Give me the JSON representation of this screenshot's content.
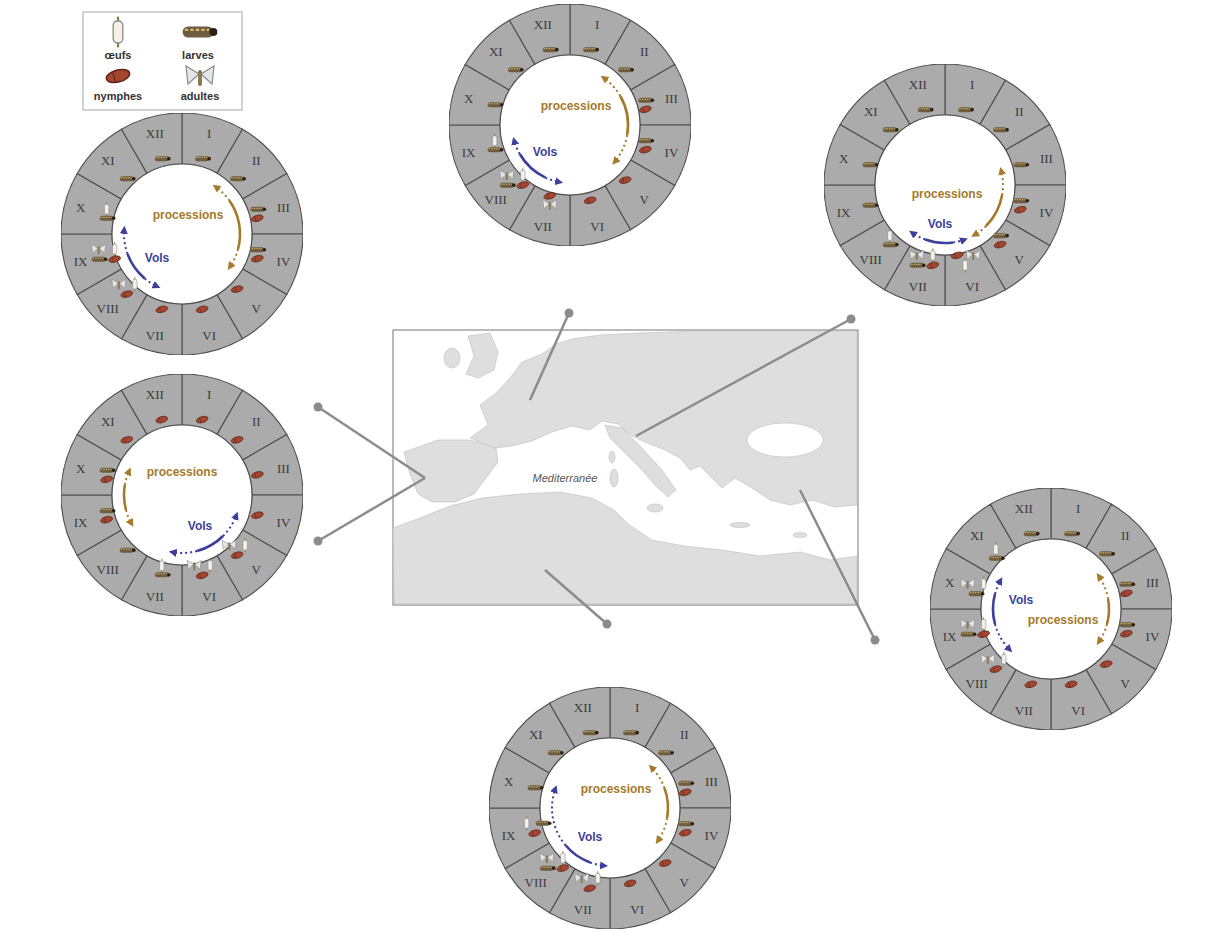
{
  "diagram": {
    "nodes": [
      {
        "text": [
          "processions",
          "Vols"
        ]
      },
      {
        "text": [
          "I"
        ],
        "in": 0
      },
      {
        "text": [
          "II"
        ],
        "in": 0
      },
      {
        "text": [
          "III"
        ],
        "in": 0
      },
      {
        "text": [
          "IV"
        ],
        "in": 0
      },
      {
        "text": [
          "V"
        ],
        "in": 0
      },
      {
        "text": [
          "VI"
        ],
        "in": 0
      },
      {
        "text": [
          "VII"
        ],
        "in": 0
      },
      {
        "text": [
          "VIII"
        ],
        "in": 0
      },
      {
        "text": [
          "IX"
        ],
        "in": 0
      },
      {
        "text": [
          "X"
        ],
        "in": 0
      },
      {
        "text": [
          "XI"
        ],
        "in": 0
      },
      {
        "text": [
          "XII"
        ],
        "in": 0
      },
      {
        "text": [
          "processions",
          "Vols"
        ]
      },
      {
        "text": [
          "I"
        ],
        "in": 13
      },
      {
        "text": [
          "II"
        ],
        "in": 13
      },
      {
        "text": [
          "III"
        ],
        "in": 13
      },
      {
        "text": [
          "IV"
        ],
        "in": 13
      },
      {
        "text": [
          "V"
        ],
        "in": 13
      },
      {
        "text": [
          "VI"
        ],
        "in": 13
      },
      {
        "text": [
          "VII"
        ],
        "in": 13
      },
      {
        "text": [
          "VIII"
        ],
        "in": 13
      },
      {
        "text": [
          "IX"
        ],
        "in": 13
      },
      {
        "text": [
          "X"
        ],
        "in": 13
      },
      {
        "text": [
          "XI"
        ],
        "in": 13
      },
      {
        "text": [
          "XII"
        ],
        "in": 13
      },
      {
        "text": [
          "processions",
          "Vols"
        ]
      },
      {
        "text": [
          "I"
        ],
        "in": 26
      },
      {
        "text": [
          "II"
        ],
        "in": 26
      },
      {
        "text": [
          "III"
        ],
        "in": 26
      },
      {
        "text": [
          "IV"
        ],
        "in": 26
      },
      {
        "text": [
          "V"
        ],
        "in": 26
      },
      {
        "text": [
          "VI"
        ],
        "in": 26
      },
      {
        "text": [
          "VII"
        ],
        "in": 26
      },
      {
        "text": [
          "VIII"
        ],
        "in": 26
      },
      {
        "text": [
          "IX"
        ],
        "in": 26
      },
      {
        "text": [
          "X"
        ],
        "in": 26
      },
      {
        "text": [
          "XI"
        ],
        "in": 26
      },
      {
        "text": [
          "XII"
        ],
        "in": 26
      },
      {
        "text": [
          "processions",
          "Vols"
        ]
      },
      {
        "text": [
          "I"
        ],
        "in": 39
      },
      {
        "text": [
          "II"
        ],
        "in": 39
      },
      {
        "text": [
          "III"
        ],
        "in": 39
      },
      {
        "text": [
          "IV"
        ],
        "in": 39
      },
      {
        "text": [
          "V"
        ],
        "in": 39
      },
      {
        "text": [
          "VI"
        ],
        "in": 39
      },
      {
        "text": [
          "VII"
        ],
        "in": 39
      },
      {
        "text": [
          "VIII"
        ],
        "in": 39
      },
      {
        "text": [
          "IX"
        ],
        "in": 39
      },
      {
        "text": [
          "X"
        ],
        "in": 39
      },
      {
        "text": [
          "XI"
        ],
        "in": 39
      },
      {
        "text": [
          "XII"
        ],
        "in": 39
      },
      {
        "text": [
          "processions",
          "Vols"
        ]
      },
      {
        "text": [
          "I"
        ],
        "in": 52
      },
      {
        "text": [
          "II"
        ],
        "in": 52
      },
      {
        "text": [
          "III"
        ],
        "in": 52
      },
      {
        "text": [
          "IV"
        ],
        "in": 52
      },
      {
        "text": [
          "V"
        ],
        "in": 52
      },
      {
        "text": [
          "VI"
        ],
        "in": 52
      },
      {
        "text": [
          "VII"
        ],
        "in": 52
      },
      {
        "text": [
          "VIII"
        ],
        "in": 52
      },
      {
        "text": [
          "IX"
        ],
        "in": 52
      },
      {
        "text": [
          "X"
        ],
        "in": 52
      },
      {
        "text": [
          "XI"
        ],
        "in": 52
      },
      {
        "text": [
          "XII"
        ],
        "in": 52
      },
      {
        "text": [
          "processions",
          "Vols"
        ]
      },
      {
        "text": [
          "I"
        ],
        "in": 65
      },
      {
        "text": [
          "II"
        ],
        "in": 65
      },
      {
        "text": [
          "III"
        ],
        "in": 65
      },
      {
        "text": [
          "IV"
        ],
        "in": 65
      },
      {
        "text": [
          "V"
        ],
        "in": 65
      },
      {
        "text": [
          "VI"
        ],
        "in": 65
      },
      {
        "text": [
          "VII"
        ],
        "in": 65
      },
      {
        "text": [
          "VIII"
        ],
        "in": 65
      },
      {
        "text": [
          "IX"
        ],
        "in": 65
      },
      {
        "text": [
          "X"
        ],
        "in": 65
      },
      {
        "text": [
          "XI"
        ],
        "in": 65
      },
      {
        "text": [
          "XII"
        ],
        "in": 65
      }
    ],
    "labels": [
      "Mediterranée"
    ],
    "legend": [
      {
        "text": "œufs"
      },
      {
        "text": "larves"
      },
      {
        "text": "nymphes"
      },
      {
        "text": "adultes"
      }
    ]
  }
}
